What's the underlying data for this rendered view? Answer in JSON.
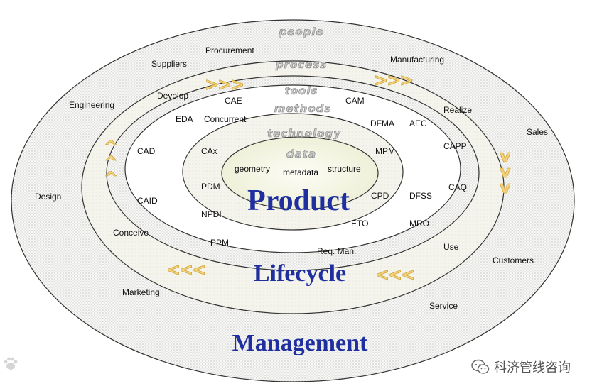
{
  "layers": {
    "people": "people",
    "process": "process",
    "tools": "tools",
    "methods": "methods",
    "technology": "technology",
    "data": "data"
  },
  "center": {
    "product": "Product",
    "lifecycle": "Lifecycle",
    "management": "Management"
  },
  "labels": {
    "procurement": "Procurement",
    "suppliers": "Suppliers",
    "manufacturing": "Manufacturing",
    "develop": "Develop",
    "engineering": "Engineering",
    "realize": "Realize",
    "sales": "Sales",
    "cae": "CAE",
    "cam": "CAM",
    "eda": "EDA",
    "concurrent": "Concurrent",
    "dfma": "DFMA",
    "aec": "AEC",
    "cad": "CAD",
    "cax": "CAx",
    "mpm": "MPM",
    "capp": "CAPP",
    "geometry": "geometry",
    "metadata": "metadata",
    "structure": "structure",
    "design": "Design",
    "pdm": "PDM",
    "caid": "CAID",
    "cpd": "CPD",
    "dfss": "DFSS",
    "caq": "CAQ",
    "npdi": "NPDI",
    "eto": "ETO",
    "mro": "MRO",
    "conceive": "Conceive",
    "ppm": "PPM",
    "use": "Use",
    "req_man": "Req. Man.",
    "customers": "Customers",
    "marketing": "Marketing",
    "service": "Service"
  },
  "arrows": {
    "top_left": ">>>",
    "top_right": ">>>",
    "right": "vvv",
    "bottom_right": "<<<",
    "bottom_left": "<<<",
    "left": "^^^"
  },
  "watermark": {
    "text": "科济管线咨询",
    "icon": "wechat-icon"
  },
  "logo_icon": "baidu-paw-icon"
}
